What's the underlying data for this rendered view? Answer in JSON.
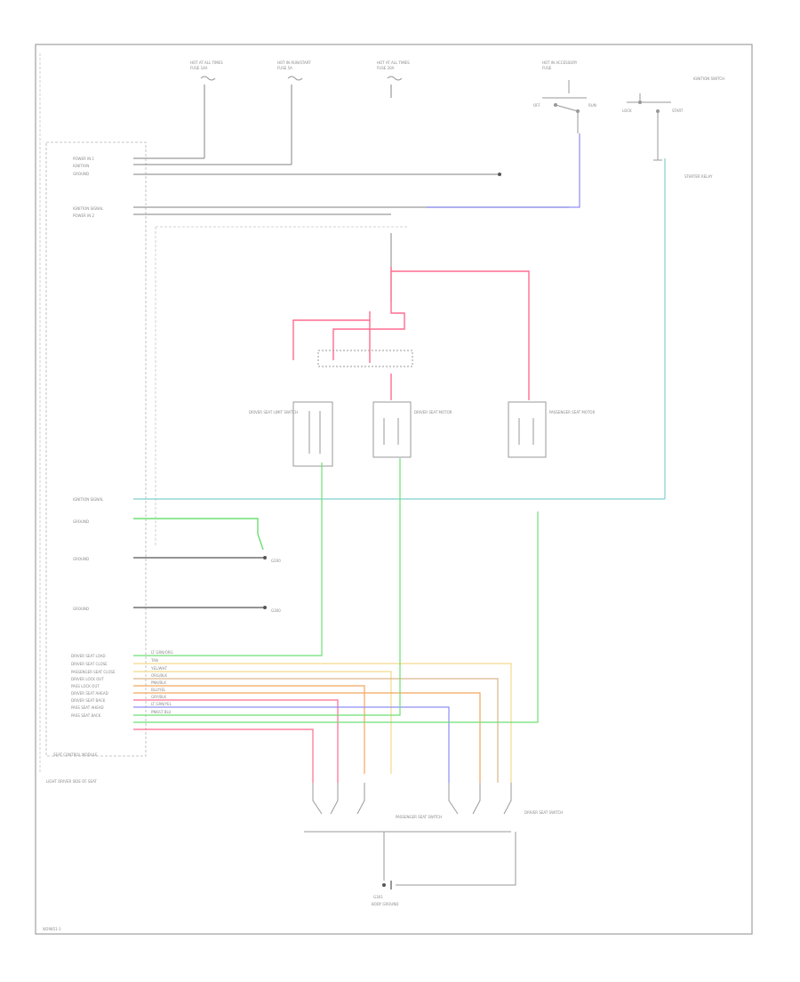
{
  "diagram": {
    "footer_code": "W29851-1",
    "module_title": "SEAT CONTROL MODULE",
    "module_caption": "LIGHT DRIVER SIDE OF SEAT",
    "fuses": [
      {
        "name": "HOT AT ALL TIMES",
        "fuse": "FUSE 14A"
      },
      {
        "name": "HOT IN RUN/START",
        "fuse": "FUSE 5A"
      },
      {
        "name": "HOT AT ALL TIMES",
        "fuse": "FUSE 20A"
      },
      {
        "name": "HOT IN ACCESSORY",
        "fuse": "FUSE"
      }
    ],
    "ignition_switch": {
      "title": "IGNITION SWITCH",
      "states": [
        "OFF",
        "RUN",
        "START",
        "LOCK",
        "START"
      ]
    },
    "starter_relay": "STARTER RELAY",
    "left_pins": [
      "POWER IN 1",
      "IGNITION",
      "GROUND",
      "IGNITION SIGNAL",
      "POWER IN 2"
    ],
    "left_pins_2": [
      "IGNITION SIGNAL",
      "GROUND",
      "GROUND",
      "GROUND"
    ],
    "switch_pins": [
      "DRIVER SEAT LOAD",
      "DRIVER SEAT CLOSE",
      "PASSENGER SEAT CLOSE",
      "DRIVER LOCK OUT",
      "PASS LOCK OUT",
      "DRIVER SEAT AHEAD",
      "DRIVER SEAT BACK",
      "PASS SEAT AHEAD",
      "PASS SEAT BACK"
    ],
    "wire_colors": [
      "LT GRN/ORG",
      "TAN",
      "YEL/WHT",
      "ORG/BLK",
      "PNK/BLK",
      "BLU/YEL",
      "GRY/BLK",
      "LT GRN/YEL",
      "PNK/LT BLU"
    ],
    "relays": [
      "DRIVER SEAT LIMIT SWITCH",
      "DRIVER SEAT MOTOR",
      "PASSENGER SEAT MOTOR"
    ],
    "switches": [
      "PASSENGER SEAT SWITCH",
      "DRIVER SEAT SWITCH"
    ],
    "ground_points": [
      "G200",
      "G300",
      "G301"
    ],
    "ground_label": "BODY GROUND",
    "colors": {
      "red": "#ff6b8f",
      "green": "#6ddf73",
      "teal": "#7fcfcf",
      "blue": "#8d8df5",
      "orange": "#f2a65e",
      "yellow": "#f5d98a",
      "tan": "#d9b78c",
      "line": "#9a9a9a"
    }
  }
}
